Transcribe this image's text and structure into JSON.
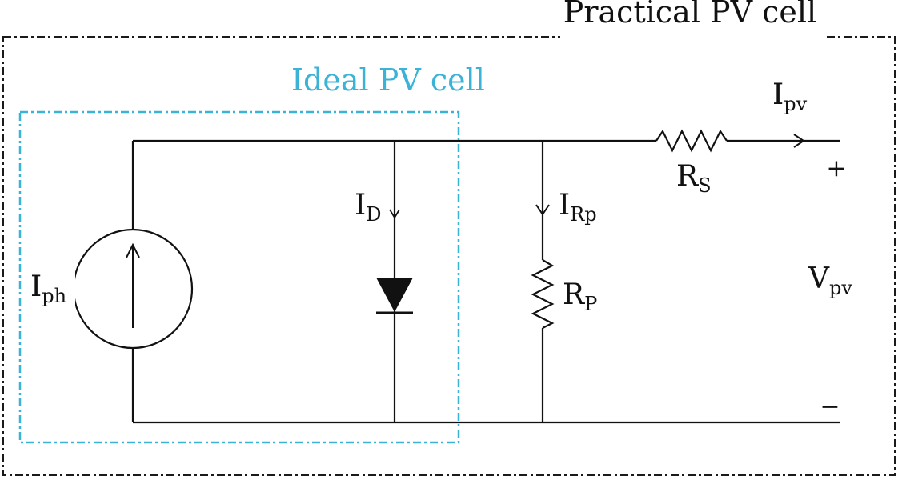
{
  "boxes": {
    "practical_label": "Practical PV cell",
    "ideal_label": "Ideal PV cell"
  },
  "labels": {
    "iph": {
      "main": "I",
      "sub": "ph"
    },
    "id": {
      "main": "I",
      "sub": "D"
    },
    "irp": {
      "main": "I",
      "sub": "Rp"
    },
    "rp": {
      "main": "R",
      "sub": "P"
    },
    "rs": {
      "main": "R",
      "sub": "S"
    },
    "ipv": {
      "main": "I",
      "sub": "pv"
    },
    "vpv": {
      "main": "V",
      "sub": "pv"
    },
    "plus": "+",
    "minus": "−"
  },
  "colors": {
    "ideal_box": "#3bb3d6",
    "practical_box": "#1a1a1a",
    "wire": "#111111"
  }
}
